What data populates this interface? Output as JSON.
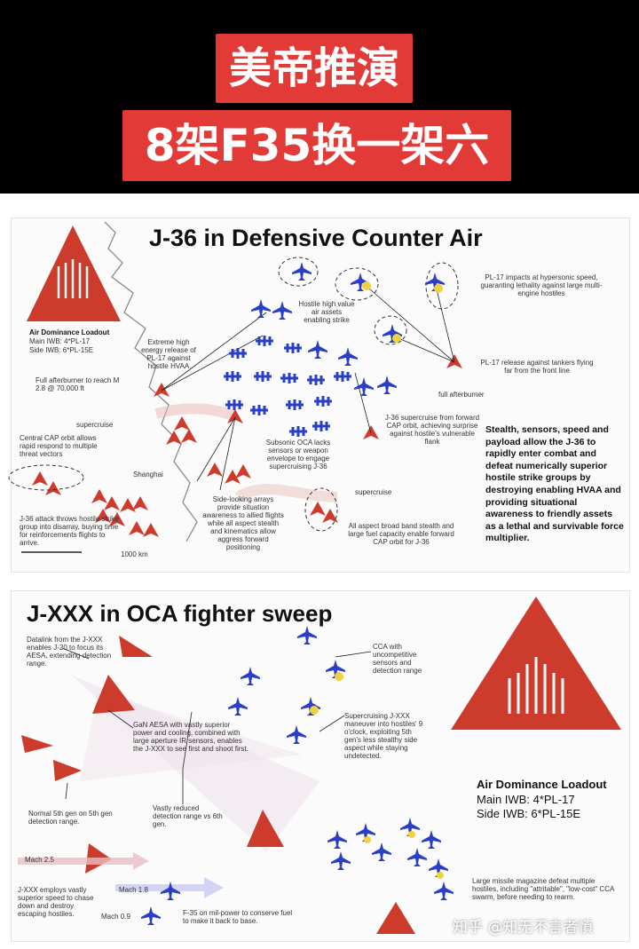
{
  "banner": {
    "line1": "美帝推演",
    "line2": "8架F35换一架六代"
  },
  "panel1": {
    "title": "J-36 in Defensive Counter Air",
    "loadout": {
      "title": "Air Dominance Loadout",
      "main": "Main IWB: 4*PL-17",
      "side": "Side IWB: 6*PL-15E"
    },
    "labels": {
      "full_afterburner_left": "Full afterburner to reach M 2.8 @ 70,000 ft",
      "supercruise_left": "supercruise",
      "central_cap": "Central CAP orbit allows rapid respond to multiple threat vectors",
      "attack_throws": "J-36 attack throws hostile strike group into disarray, buying time for reinforcements flights to arrive.",
      "scale": "1000 km",
      "shanghai": "Shanghai",
      "extreme_release": "Extreme high energy release of PL-17 against hostile HVAA",
      "hostile_high_value": "Hostile high value air assets enabling strike",
      "pl17_impacts": "PL-17 impacts at hypersonic speed, guaranting lethality against large multi-engine hostiles",
      "pl17_release": "PL-17 release against tankers flying far from the front line",
      "full_afterburner_right": "full afterburner",
      "supercruise_from_cap": "J-36 supercruise from forward CAP orbit, achieving surprise against hostile's vulnerable flank",
      "subsonic_oca": "Subsonic OCA lacks sensors or weapon envelope to engage supercruising J-36",
      "side_looking": "Side-looking arrays provide situation awareness to allied flights while all aspect stealth and kinematics allow aggress forward positioning",
      "supercruise_right": "supercruise",
      "all_aspect": "All aspect broad band stealth and large fuel capacity enable forward CAP orbit for J-36",
      "summary": "Stealth, sensors, speed and payload allow the J-36 to rapidly enter combat and defeat numerically superior hostile strike groups by destroying enabling HVAA and providing situational awareness to friendly assets as a lethal and survivable force multiplier."
    }
  },
  "panel2": {
    "title": "J-XXX in OCA fighter sweep",
    "loadout": {
      "title": "Air Dominance Loadout",
      "main": "Main IWB: 4*PL-17",
      "side": "Side IWB: 6*PL-15E"
    },
    "labels": {
      "datalink": "Datalink from the J-XXX enables J-20 to focus its AESA, extending detection range.",
      "gan_aesa": "GaN AESA with vastly superior power and cooling, combined with large aperture IR sensors, enables the J-XXX to see first and shoot first.",
      "normal_5th": "Normal 5th gen on 5th gen detection range.",
      "vastly_reduced": "Vastly reduced detection range vs 6th gen.",
      "mach_25": "Mach 2.5",
      "mach_18": "Mach 1.8",
      "mach_09": "Mach 0.9",
      "jxxx_employs": "J-XXX employs vastly superior speed to chase down and destroy escaping hostiles.",
      "f35_mil": "F-35 on mil-power to conserve fuel to make it back to base.",
      "cca_with": "CCA with uncompetitive sensors and detection range",
      "supercruising": "Supercruising J-XXX maneuver into hostiles' 9 o'clock, exploiting 5th gen's less stealthy side aspect while staying undetected.",
      "large_magazine": "Large missile magazine defeat multiple hostiles, including \"attritable\", \"low-cost\" CCA swarm, before needing to rearm."
    }
  },
  "watermark": "知乎 @知无不言者慎",
  "colors": {
    "banner_red": "#e23a36",
    "friendly_red": "#cc3b2c",
    "hostile_blue": "#2a3fc4",
    "burst_yellow": "#f2d23c"
  }
}
